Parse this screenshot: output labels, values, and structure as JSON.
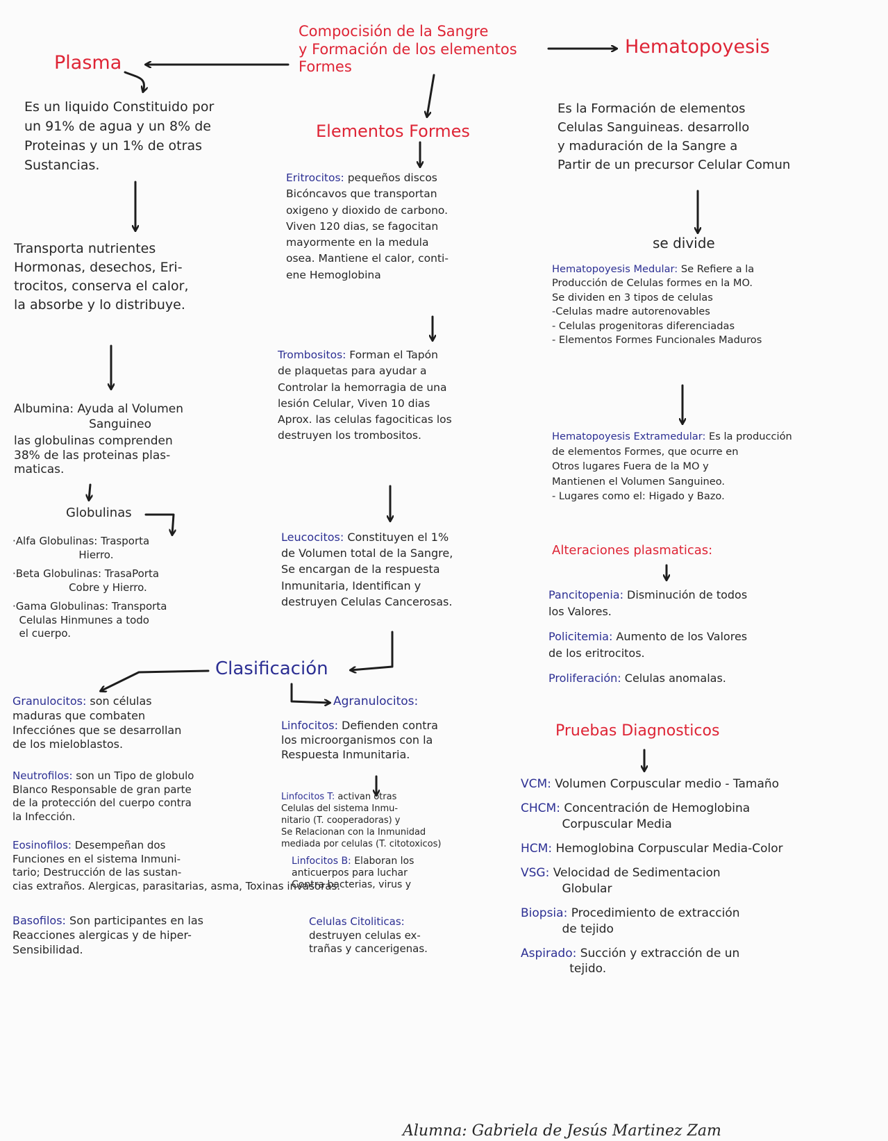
{
  "title": "Compocisión de la Sangre\ny Formación de los elementos\nFormes",
  "plasma": {
    "heading": "Plasma",
    "description": "Es un liquido Constituido por\nun 91% de agua y un 8% de\nProteinas y un 1% de otras\nSustancias.",
    "transport": "Transporta nutrientes\nHormonas, desechos, Eri-\ntrocitos, conserva el calor,\nla absorbe y lo distribuye.",
    "albumina": {
      "term": "Albumina:",
      "text": "Ayuda al Volumen\n                    Sanguineo"
    },
    "globulinas_intro": "las globulinas comprenden\n38% de las proteinas plas-\nmaticas.",
    "globulinas_heading": "Globulinas",
    "globulinas": [
      {
        "term": "·Alfa Globulinas:",
        "text": " Trasporta\n                    Hierro."
      },
      {
        "term": "·Beta Globulinas:",
        "text": " TrasaPorta\n                 Cobre y Hierro."
      },
      {
        "term": "·Gama Globulinas:",
        "text": " Transporta\n  Celulas Hinmunes a todo\n  el cuerpo."
      }
    ]
  },
  "hematopoyesis": {
    "heading": "Hematopoyesis",
    "description": "Es la Formación de elementos\nCelulas Sanguineas. desarrollo\ny maduración de la Sangre a\nPartir de un precursor Celular Comun",
    "se_divide": "se divide",
    "medular": {
      "term": "Hematopoyesis Medular:",
      "text": " Se Refiere a la\nProducción de Celulas formes en la MO.\nSe dividen en 3 tipos de celulas\n-Celulas madre autorenovables\n- Celulas progenitoras diferenciadas\n- Elementos Formes Funcionales Maduros"
    },
    "extramedular": {
      "term": "Hematopoyesis Extramedular:",
      "text": " Es la producción\nde elementos Formes, que ocurre en\nOtros lugares Fuera de la MO y\nMantienen el Volumen Sanguineo.\n- Lugares como el: Higado y Bazo."
    }
  },
  "alteraciones": {
    "heading": "Alteraciones plasmaticas:",
    "items": [
      {
        "term": "Pancitopenia:",
        "text": " Disminución de todos\nlos Valores."
      },
      {
        "term": "Policitemia:",
        "text": " Aumento de los Valores\nde los eritrocitos."
      },
      {
        "term": "Proliferación:",
        "text": " Celulas anomalas."
      }
    ]
  },
  "pruebas": {
    "heading": "Pruebas Diagnosticos",
    "items": [
      {
        "term": "VCM:",
        "text": " Volumen Corpuscular medio - Tamaño"
      },
      {
        "term": "CHCM:",
        "text": " Concentración de Hemoglobina\n           Corpuscular Media"
      },
      {
        "term": "HCM:",
        "text": " Hemoglobina Corpuscular Media-Color"
      },
      {
        "term": "VSG:",
        "text": " Velocidad de Sedimentacion\n           Globular"
      },
      {
        "term": "Biopsia:",
        "text": " Procedimiento de extracción\n           de tejido"
      },
      {
        "term": "Aspirado:",
        "text": " Succión y extracción de un\n             tejido."
      }
    ]
  },
  "elementos": {
    "heading": "Elementos Formes",
    "eritrocitos": {
      "term": "Eritrocitos:",
      "text": " pequeños discos\nBicóncavos que transportan\noxigeno y dioxido de carbono.\nViven 120 dias, se fagocitan\nmayormente en la medula\nosea. Mantiene el calor, conti-\nene Hemoglobina"
    },
    "trombositos": {
      "term": "Trombositos:",
      "text": " Forman el Tapón\nde plaquetas para ayudar a\nControlar la hemorragia de una\nlesión Celular, Viven 10 dias\nAprox. las celulas fagociticas los\ndestruyen los trombositos."
    },
    "leucocitos": {
      "term": "Leucocitos:",
      "text": " Constituyen el 1%\nde Volumen total de la Sangre,\nSe encargan de la respuesta\nInmunitaria, Identifican y\ndestruyen Celulas Cancerosas."
    }
  },
  "clasificacion": {
    "heading": "Clasificación",
    "granulocitos": {
      "term": "Granulocitos:",
      "text": " son células\nmaduras que combaten\nInfecciónes que se desarrollan\nde los mieloblastos."
    },
    "neutrofilos": {
      "term": "Neutrofilos:",
      "text": " son un Tipo de globulo\nBlanco Responsable de gran parte\nde la protección del cuerpo contra\nla Infección."
    },
    "eosinofilos": {
      "term": "Eosinofilos:",
      "text": " Desempeñan dos\nFunciones en el sistema Inmuni-\ntario; Destrucción de las sustan-\ncias extraños. Alergicas, parasitarias, asma, Toxinas invasoras."
    },
    "basofilos": {
      "term": "Basofilos:",
      "text": " Son participantes en las\nReacciones alergicas y de hiper-\nSensibilidad."
    },
    "agranulocitos": "Agranulocitos:",
    "linfocitos": {
      "term": "Linfocitos:",
      "text": " Defienden contra\nlos microorganismos con la\nRespuesta Inmunitaria."
    },
    "linfocitos_t": {
      "term": "Linfocitos T:",
      "text": " activan otras\nCelulas del sistema Inmu-\nnitario (T. cooperadoras) y\nSe Relacionan con la Inmunidad\nmediada por celulas (T. citotoxicos)"
    },
    "linfocitos_b": {
      "term": "Linfocitos B:",
      "text": " Elaboran los\nanticuerpos para luchar\nContra bacterias, virus y"
    },
    "citoliticas": {
      "term": "Celulas Citoliticas:",
      "text": "\ndestruyen celulas ex-\ntrañas y cancerigenas."
    }
  },
  "signature": "Alumna: Gabriela de Jesús Martinez Zam"
}
